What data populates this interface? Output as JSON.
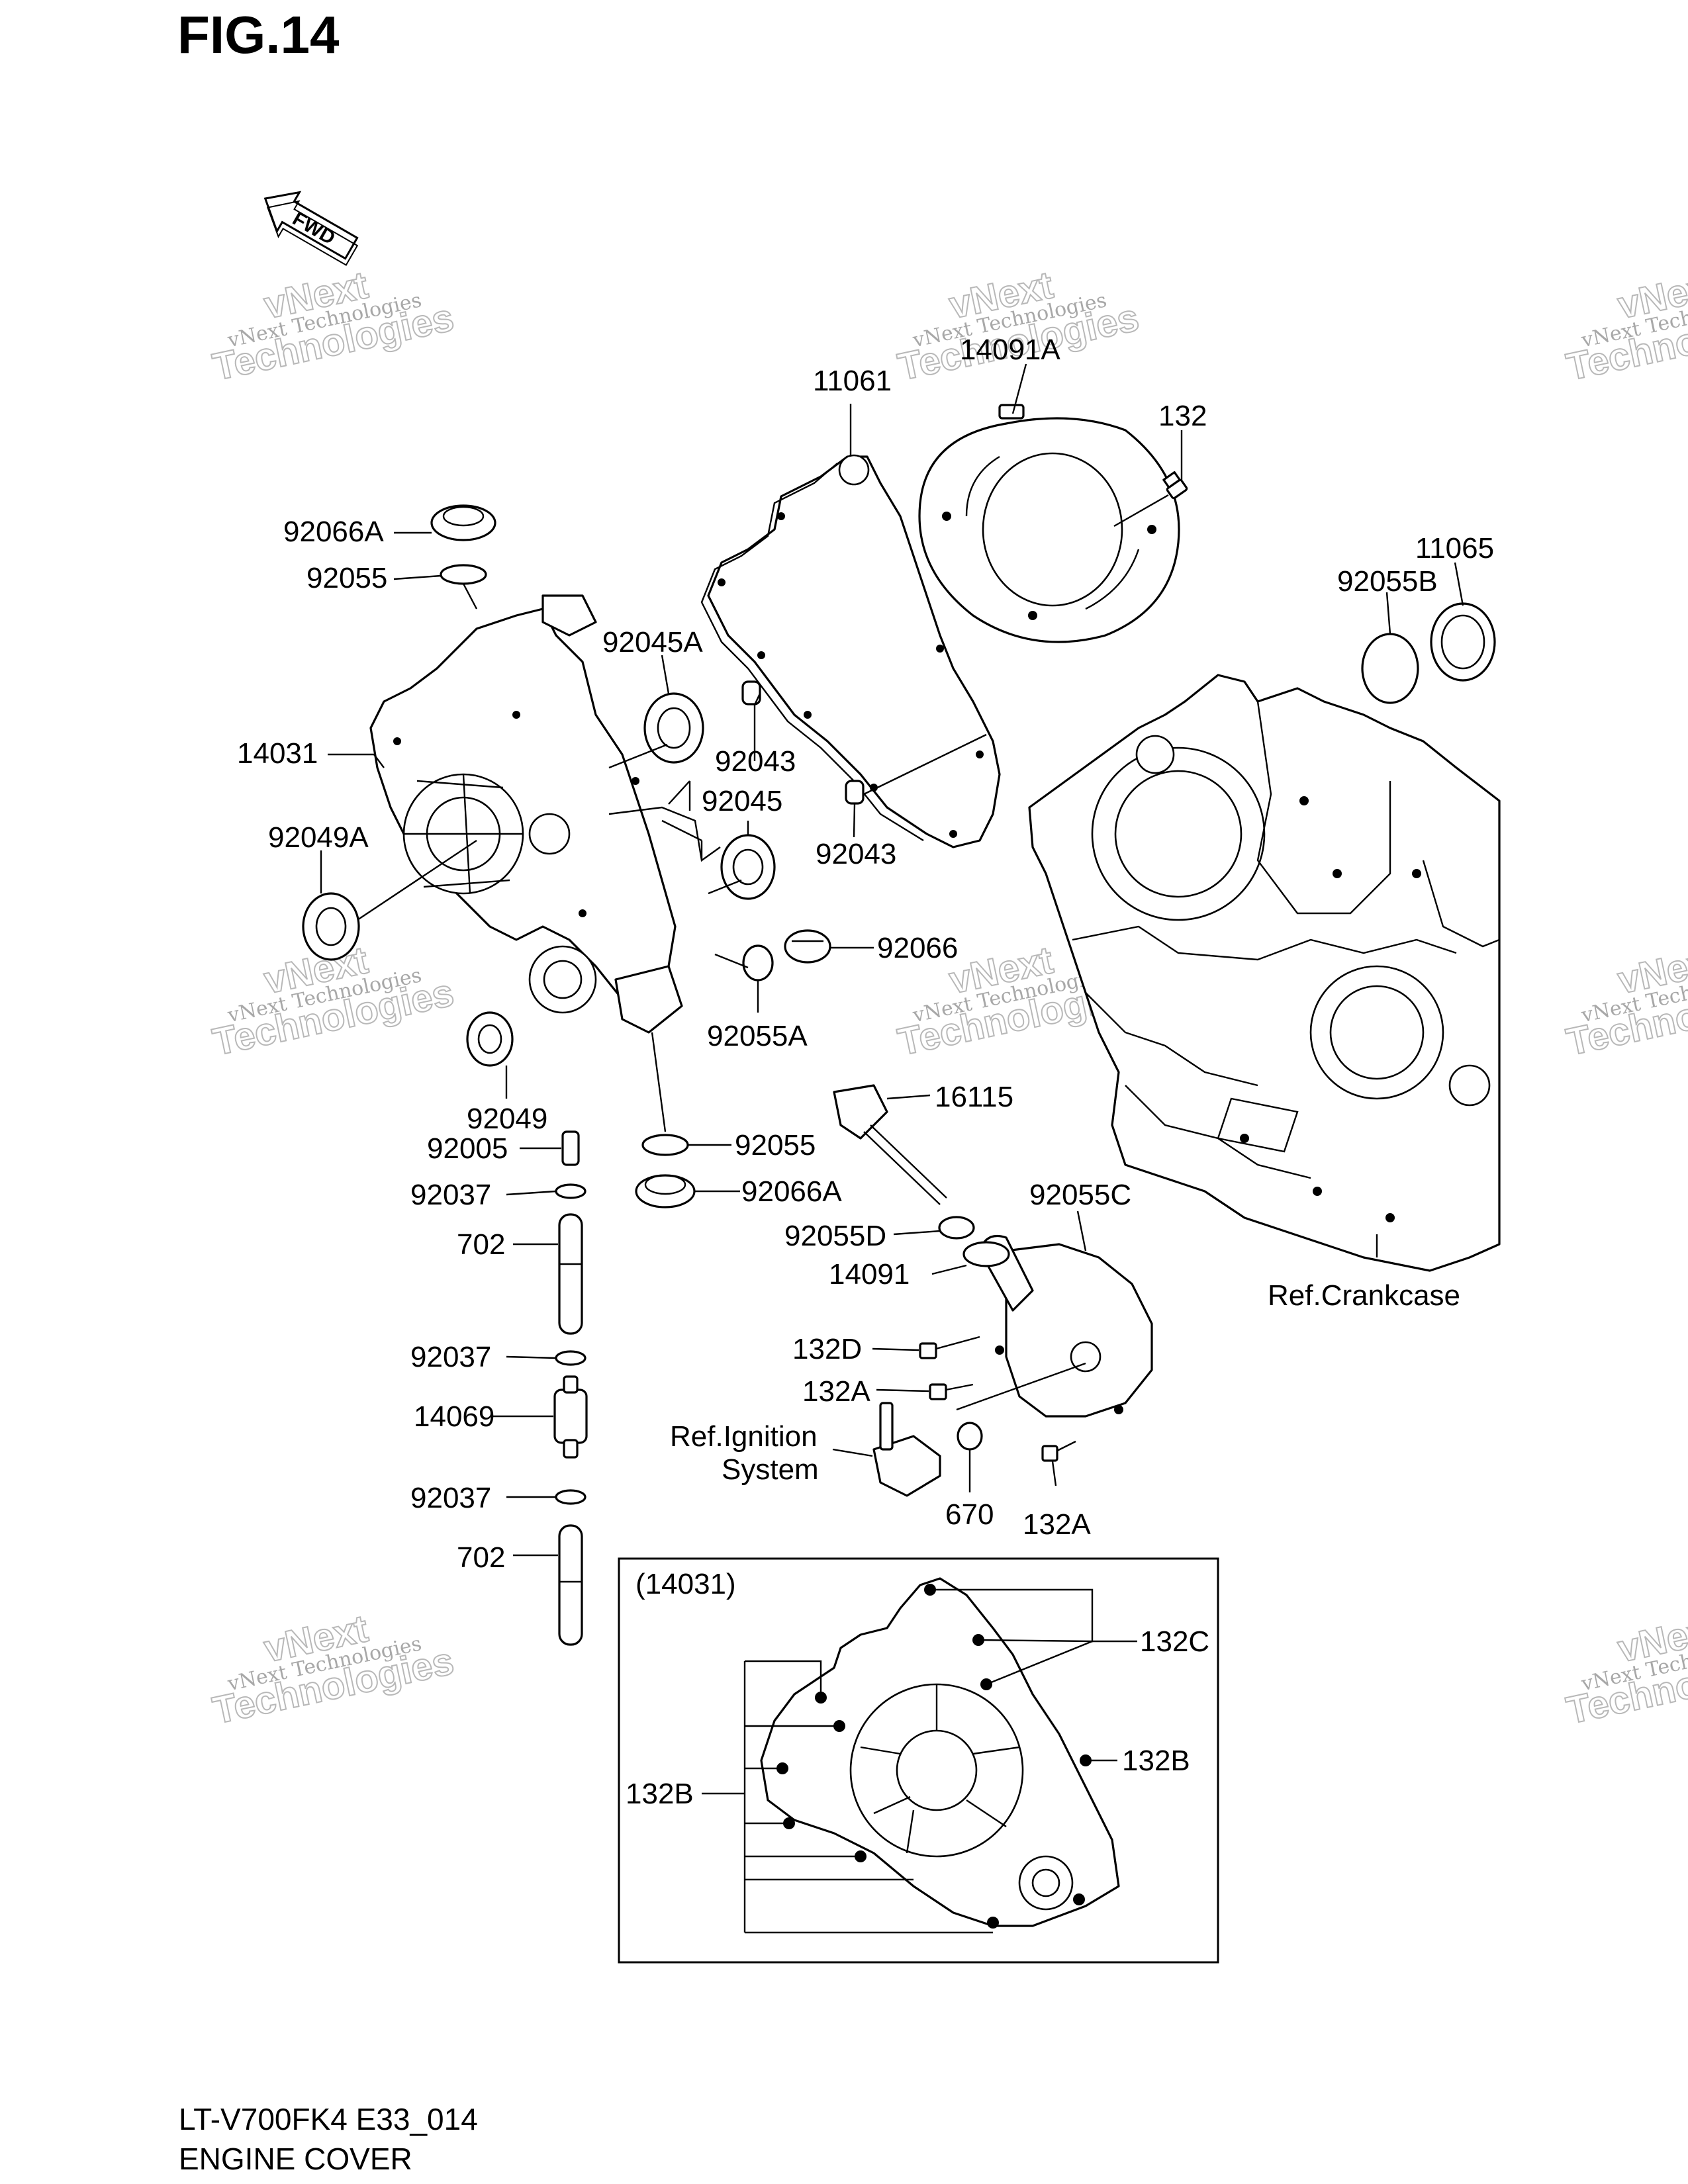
{
  "header": {
    "figure": "FIG.14",
    "fwd_badge": "FWD"
  },
  "watermark": {
    "small": "vNext Technologies",
    "large_top": "vNext",
    "large_bottom": "Technologies"
  },
  "labels": {
    "p11061": "11061",
    "p14091A": "14091A",
    "p132": "132",
    "p11065": "11065",
    "p92055B": "92055B",
    "p92066A_top": "92066A",
    "p92055_top": "92055",
    "p92045A": "92045A",
    "p14031": "14031",
    "p92043_a": "92043",
    "p92045": "92045",
    "p92043_b": "92043",
    "p92049A": "92049A",
    "p92066": "92066",
    "p92055A": "92055A",
    "p92049": "92049",
    "p16115": "16115",
    "p92005": "92005",
    "p92055_mid": "92055",
    "p92037_a": "92037",
    "p92066A_mid": "92066A",
    "p92055C": "92055C",
    "p702_a": "702",
    "p92055D": "92055D",
    "p14091": "14091",
    "ref_crankcase": "Ref.Crankcase",
    "p132D": "132D",
    "p92037_b": "92037",
    "p132A_a": "132A",
    "p14069": "14069",
    "ref_ignition_1": "Ref.Ignition",
    "ref_ignition_2": "System",
    "p92037_c": "92037",
    "p670": "670",
    "p132A_b": "132A",
    "p702_b": "702",
    "inset_title": "(14031)",
    "p132C": "132C",
    "p132B_right": "132B",
    "p132B_left": "132B"
  },
  "footer": {
    "model": "LT-V700FK4 E33_014",
    "name": "ENGINE COVER"
  }
}
